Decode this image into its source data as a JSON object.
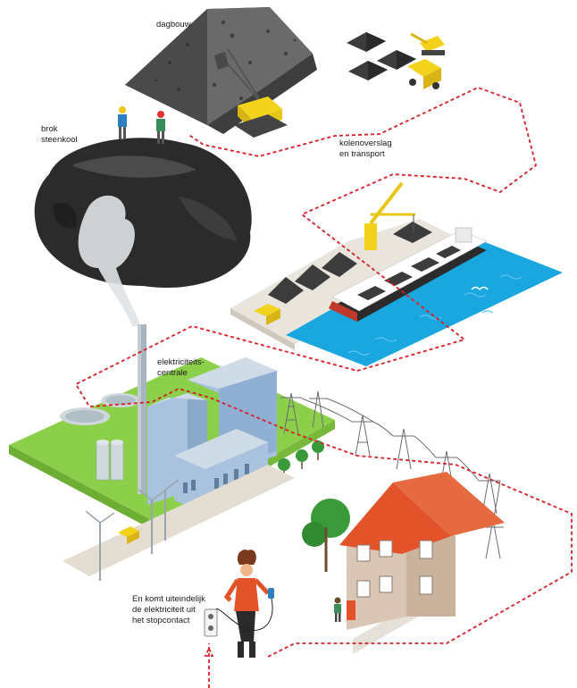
{
  "labels": {
    "dagbouw": "dagbouw",
    "brok_line1": "brok",
    "brok_line2": "steenkool",
    "transport_line1": "kolenoverslag",
    "transport_line2": "en transport",
    "centrale_line1": "elektriciteits-",
    "centrale_line2": "centrale",
    "stop_line1": "En komt uiteindelijk",
    "stop_line2": "de elektriciteit uit",
    "stop_line3": "het stopcontact"
  },
  "colors": {
    "route": "#d8202a",
    "water": "#1aa7e0",
    "grass": "#8ccf4a",
    "coal": "#3c3c3c",
    "machine": "#f2d21b",
    "roof": "#e2532a",
    "building": "#a9c2de"
  }
}
